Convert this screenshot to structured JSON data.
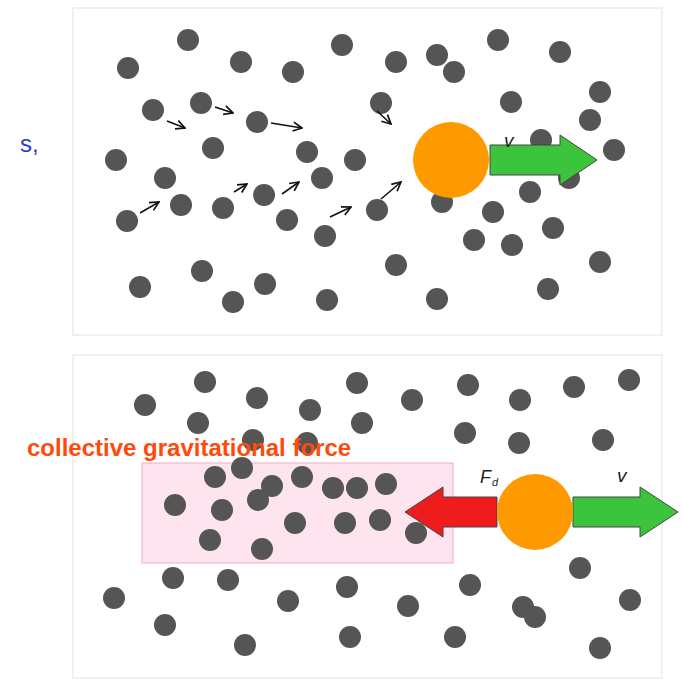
{
  "diagram": {
    "labels": [
      "s,",
      "v",
      "collective gravitational force",
      "F",
      "d",
      "v"
    ]
  }
}
